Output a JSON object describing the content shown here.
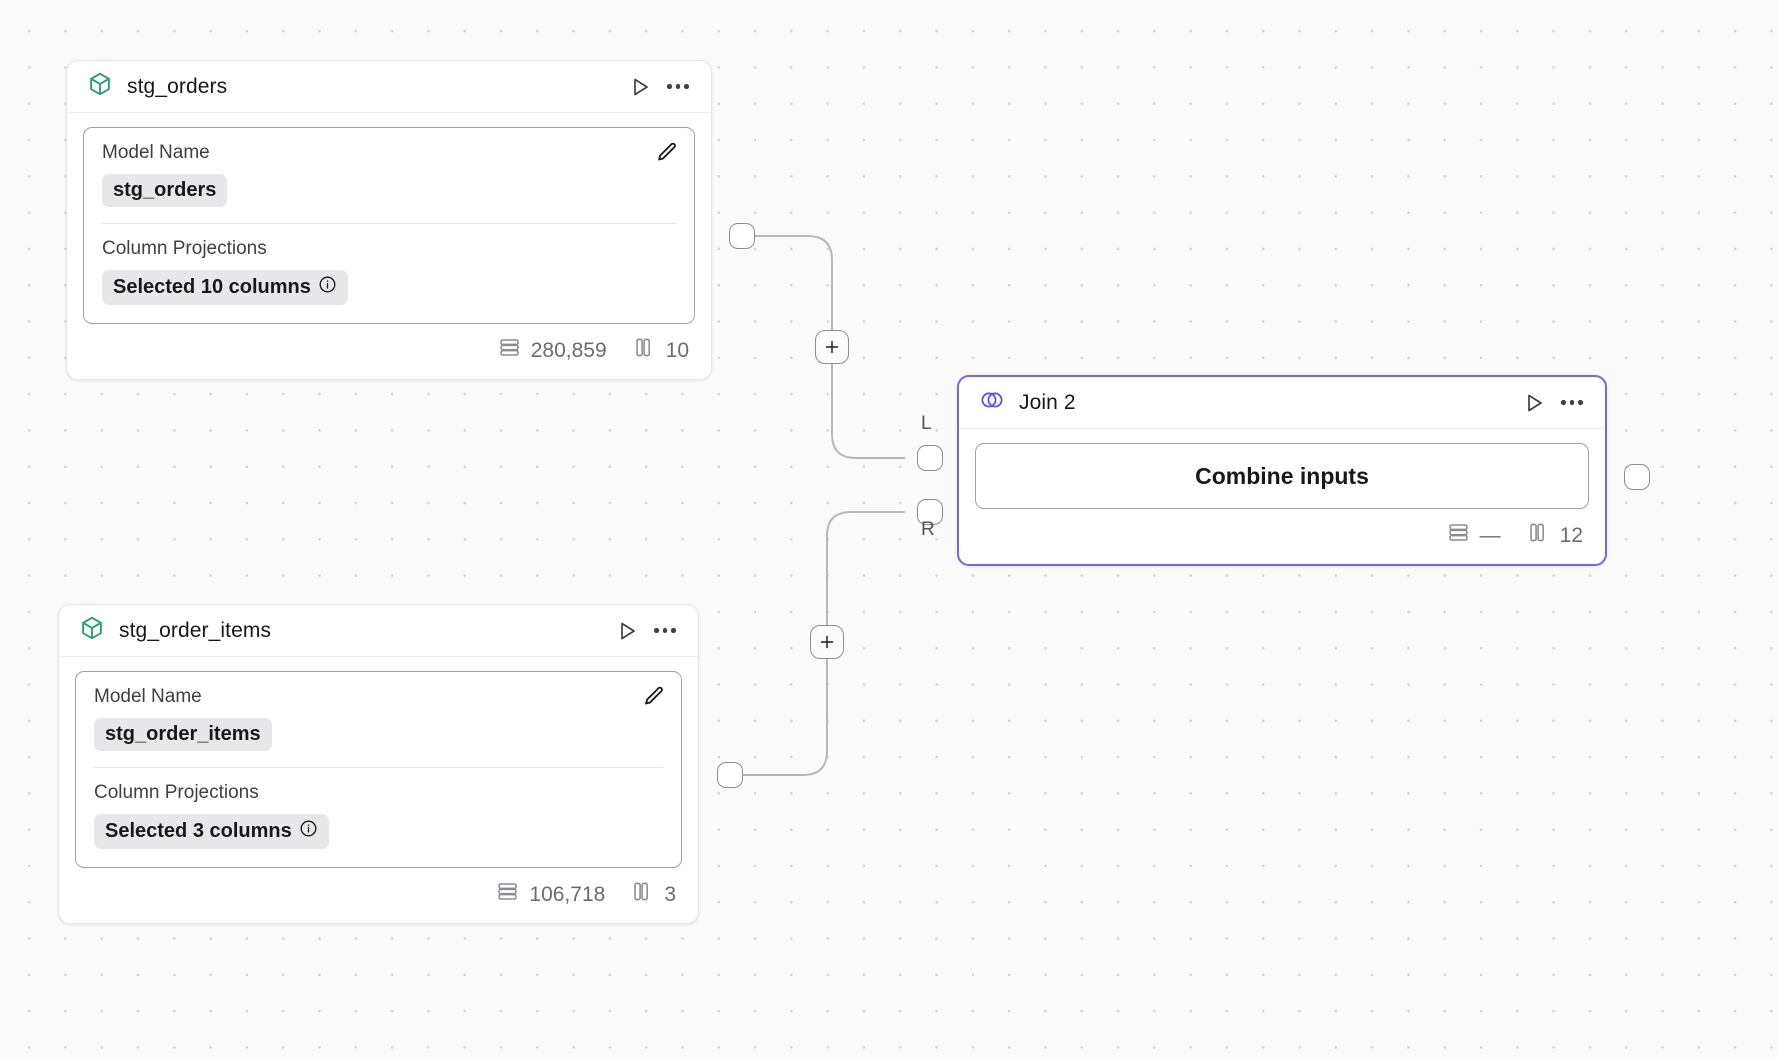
{
  "canvas": {
    "background_color": "#fbfbfb",
    "grid_dot_color": "#d4d4d8"
  },
  "nodes": [
    {
      "id": "stg_orders",
      "kind": "model",
      "icon": "cube-icon",
      "accent": "#22a06b",
      "title": "stg_orders",
      "selected": false,
      "run_label": "Run",
      "menu_label": "More options",
      "fields": [
        {
          "label": "Model Name",
          "value": "stg_orders",
          "has_info": false
        },
        {
          "label": "Column Projections",
          "value": "Selected 10 columns",
          "has_info": true
        }
      ],
      "edit_label": "Edit",
      "stats": {
        "rows": "280,859",
        "columns": "10"
      }
    },
    {
      "id": "stg_order_items",
      "kind": "model",
      "icon": "cube-icon",
      "accent": "#22a06b",
      "title": "stg_order_items",
      "selected": false,
      "run_label": "Run",
      "menu_label": "More options",
      "fields": [
        {
          "label": "Model Name",
          "value": "stg_order_items",
          "has_info": false
        },
        {
          "label": "Column Projections",
          "value": "Selected 3 columns",
          "has_info": true
        }
      ],
      "edit_label": "Edit",
      "stats": {
        "rows": "106,718",
        "columns": "3"
      }
    },
    {
      "id": "join_2",
      "kind": "join",
      "icon": "venn-icon",
      "accent": "#5b4ae6",
      "title": "Join 2",
      "selected": true,
      "run_label": "Run",
      "menu_label": "More options",
      "action_label": "Combine inputs",
      "input_ports": [
        {
          "key": "L",
          "label": "L"
        },
        {
          "key": "R",
          "label": "R"
        }
      ],
      "stats": {
        "rows": "—",
        "columns": "12"
      }
    }
  ],
  "edges": [
    {
      "id": "edge-orders-to-join-l",
      "from": "stg_orders",
      "to": "join_2",
      "to_port": "L",
      "add_label": "+"
    },
    {
      "id": "edge-order-items-to-join-r",
      "from": "stg_order_items",
      "to": "join_2",
      "to_port": "R",
      "add_label": "+"
    }
  ]
}
